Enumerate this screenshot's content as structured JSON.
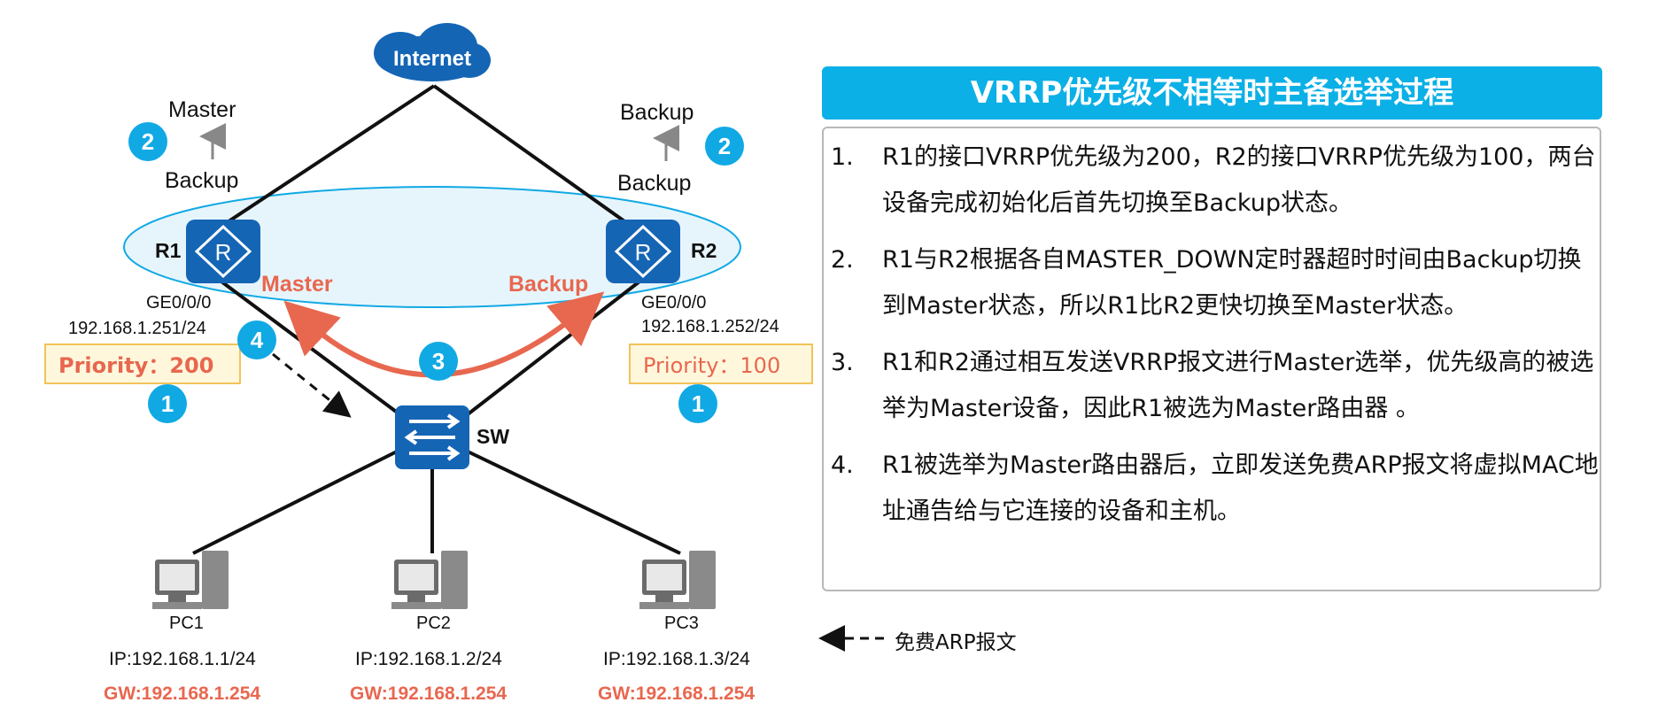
{
  "title": "VRRP优先级不相等时主备选举过程",
  "cloud_label": "Internet",
  "r1": {
    "name": "R1",
    "state_new": "Master",
    "state_old": "Backup",
    "interface": "GE0/0/0",
    "ip": "192.168.1.251/24",
    "priority": "Priority：200",
    "role_label": "Master"
  },
  "r2": {
    "name": "R2",
    "state_new": "Backup",
    "state_old": "Backup",
    "interface": "GE0/0/0",
    "ip": "192.168.1.252/24",
    "priority": "Priority：100",
    "role_label": "Backup"
  },
  "switch_label": "SW",
  "pcs": [
    {
      "name": "PC1",
      "ip": "IP:192.168.1.1/24",
      "gw": "GW:192.168.1.254"
    },
    {
      "name": "PC2",
      "ip": "IP:192.168.1.2/24",
      "gw": "GW:192.168.1.254"
    },
    {
      "name": "PC3",
      "ip": "IP:192.168.1.3/24",
      "gw": "GW:192.168.1.254"
    }
  ],
  "markers": {
    "m1": "1",
    "m2": "2",
    "m3": "3",
    "m4": "4"
  },
  "steps": [
    {
      "n": "1.",
      "text": "R1的接口VRRP优先级为200，R2的接口VRRP优先级为100，两台设备完成初始化后首先切换至Backup状态。"
    },
    {
      "n": "2.",
      "text": "R1与R2根据各自MASTER_DOWN定时器超时时间由Backup切换到Master状态，所以R1比R2更快切换至Master状态。"
    },
    {
      "n": "3.",
      "text": "R1和R2通过相互发送VRRP报文进行Master选举，优先级高的被选举为Master设备，因此R1被选为Master路由器 。"
    },
    {
      "n": "4.",
      "text": "R1被选举为Master路由器后，立即发送免费ARP报文将虚拟MAC地址通告给与它连接的设备和主机。"
    }
  ],
  "legend": "免费ARP报文",
  "colors": {
    "accent": "#0bb0e6",
    "router": "#1565b5",
    "highlight": "#e8674f",
    "priority_bg": "#fff7dc",
    "priority_border": "#f2c35a",
    "group_fill": "#e6f5fc"
  }
}
